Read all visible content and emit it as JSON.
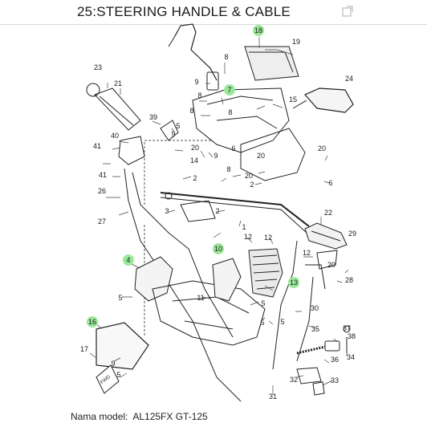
{
  "header": {
    "title": "25:STEERING HANDLE & CABLE"
  },
  "footer": {
    "model_label": "Nama model:",
    "model_value": "AL125FX GT-125"
  },
  "highlight_color": "#9be89b",
  "stamp": {
    "text": "FWD"
  },
  "callouts": [
    {
      "n": "18",
      "hi": true
    },
    {
      "n": "19",
      "hi": false
    },
    {
      "n": "8",
      "hi": false
    },
    {
      "n": "24",
      "hi": false
    },
    {
      "n": "23",
      "hi": false
    },
    {
      "n": "21",
      "hi": false
    },
    {
      "n": "9",
      "hi": false
    },
    {
      "n": "7",
      "hi": true
    },
    {
      "n": "8",
      "hi": false
    },
    {
      "n": "8",
      "hi": false
    },
    {
      "n": "15",
      "hi": false
    },
    {
      "n": "8",
      "hi": false
    },
    {
      "n": "39",
      "hi": false
    },
    {
      "n": "5",
      "hi": false
    },
    {
      "n": "9",
      "hi": false
    },
    {
      "n": "40",
      "hi": false
    },
    {
      "n": "41",
      "hi": false
    },
    {
      "n": "20",
      "hi": false
    },
    {
      "n": "14",
      "hi": false
    },
    {
      "n": "6",
      "hi": false
    },
    {
      "n": "9",
      "hi": false
    },
    {
      "n": "20",
      "hi": false
    },
    {
      "n": "20",
      "hi": false
    },
    {
      "n": "2",
      "hi": false
    },
    {
      "n": "6",
      "hi": false
    },
    {
      "n": "41",
      "hi": false
    },
    {
      "n": "2",
      "hi": false
    },
    {
      "n": "8",
      "hi": false
    },
    {
      "n": "26",
      "hi": false
    },
    {
      "n": "20",
      "hi": false
    },
    {
      "n": "3",
      "hi": false
    },
    {
      "n": "2",
      "hi": false
    },
    {
      "n": "1",
      "hi": false
    },
    {
      "n": "27",
      "hi": false
    },
    {
      "n": "22",
      "hi": false
    },
    {
      "n": "29",
      "hi": false
    },
    {
      "n": "12",
      "hi": false
    },
    {
      "n": "12",
      "hi": false
    },
    {
      "n": "12",
      "hi": false
    },
    {
      "n": "10",
      "hi": true
    },
    {
      "n": "28",
      "hi": false
    },
    {
      "n": "4",
      "hi": true
    },
    {
      "n": "13",
      "hi": true
    },
    {
      "n": "20",
      "hi": false
    },
    {
      "n": "5",
      "hi": false
    },
    {
      "n": "11",
      "hi": false
    },
    {
      "n": "5",
      "hi": false
    },
    {
      "n": "30",
      "hi": false
    },
    {
      "n": "5",
      "hi": false
    },
    {
      "n": "5",
      "hi": false
    },
    {
      "n": "16",
      "hi": true
    },
    {
      "n": "35",
      "hi": false
    },
    {
      "n": "37",
      "hi": false
    },
    {
      "n": "38",
      "hi": false
    },
    {
      "n": "34",
      "hi": false
    },
    {
      "n": "36",
      "hi": false
    },
    {
      "n": "17",
      "hi": false
    },
    {
      "n": "32",
      "hi": false
    },
    {
      "n": "33",
      "hi": false
    },
    {
      "n": "31",
      "hi": false
    },
    {
      "n": "5",
      "hi": false
    },
    {
      "n": "9",
      "hi": false
    }
  ]
}
